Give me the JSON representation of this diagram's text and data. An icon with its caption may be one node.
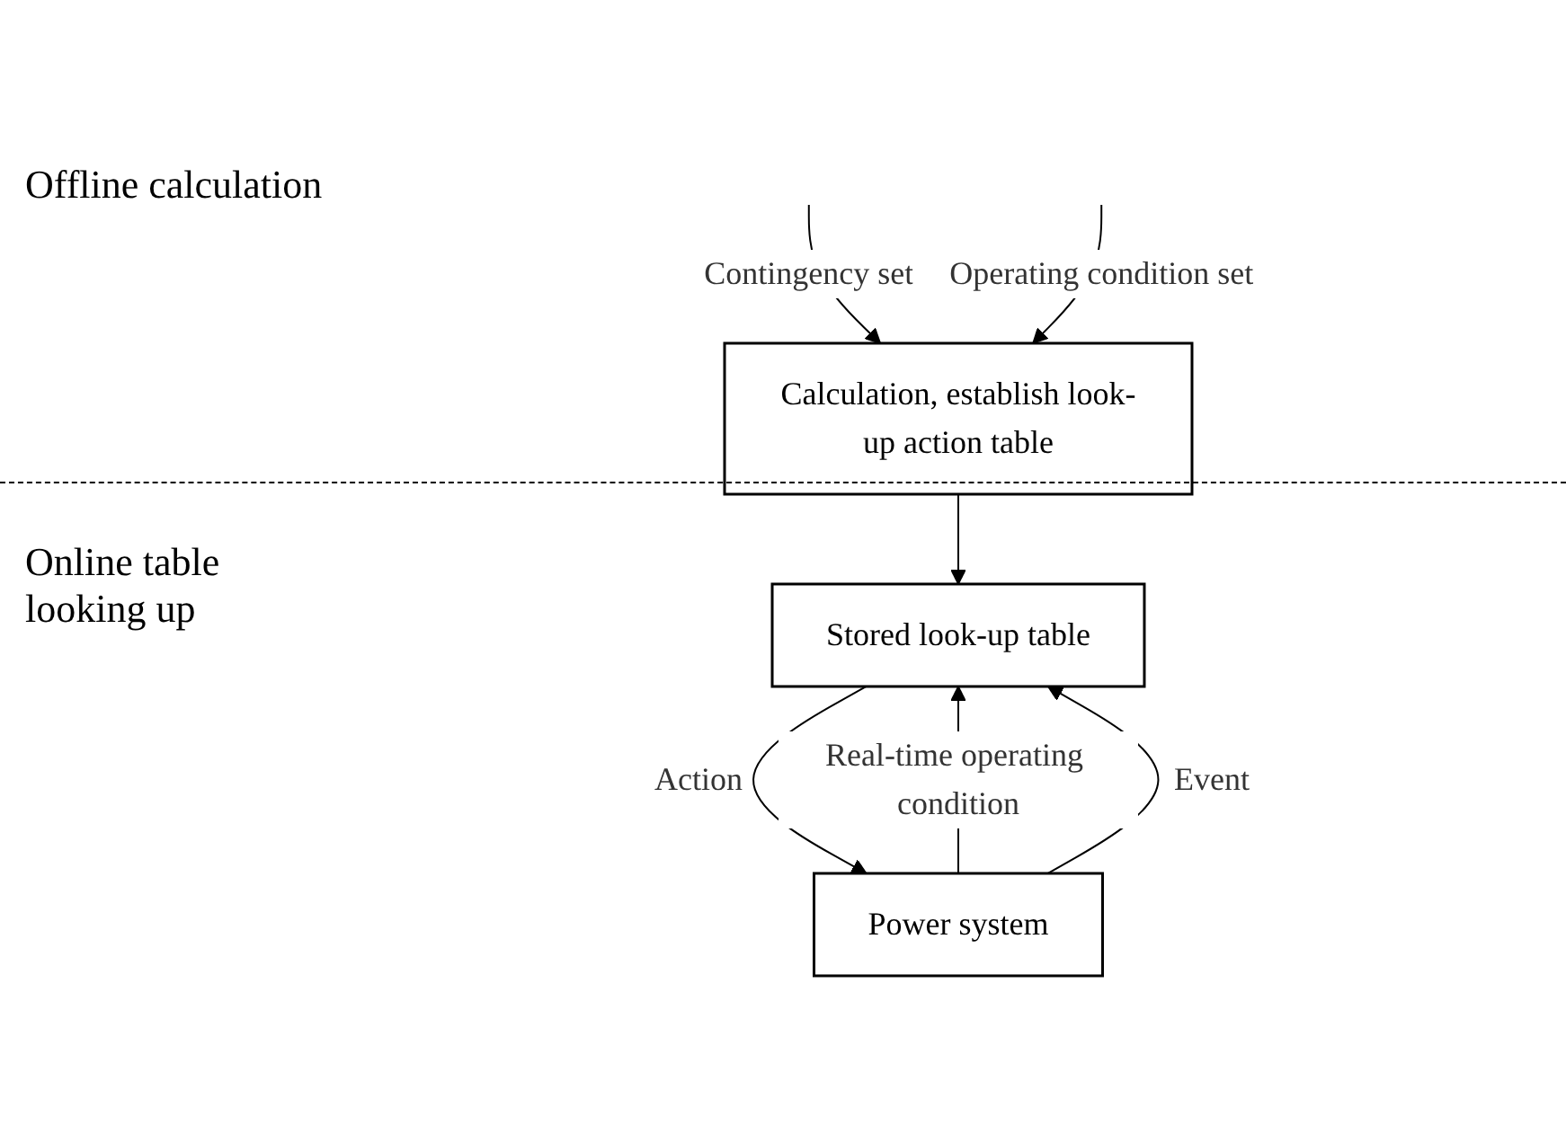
{
  "diagram": {
    "nodes": [
      {
        "text": [
          "Calculation, establish look-up action table"
        ]
      },
      {
        "text": [
          "Stored look-up table"
        ]
      },
      {
        "text": [
          "Power system"
        ]
      }
    ],
    "edges": [
      {
        "from": null,
        "to": 0,
        "arrow": "to",
        "label": "Contingency set"
      },
      {
        "from": null,
        "to": 0,
        "arrow": "to",
        "label": "Operating condition set"
      },
      {
        "from": 0,
        "to": 1,
        "arrow": "to"
      },
      {
        "from": 2,
        "to": 1,
        "arrow": "to",
        "label": "Real-time operating condition"
      },
      {
        "from": 2,
        "to": 1,
        "arrow": "to",
        "label": "Event"
      },
      {
        "from": 1,
        "to": 2,
        "arrow": "to",
        "label": "Action"
      }
    ],
    "labels": [
      "Offline calculation",
      "Online table looking up"
    ]
  }
}
